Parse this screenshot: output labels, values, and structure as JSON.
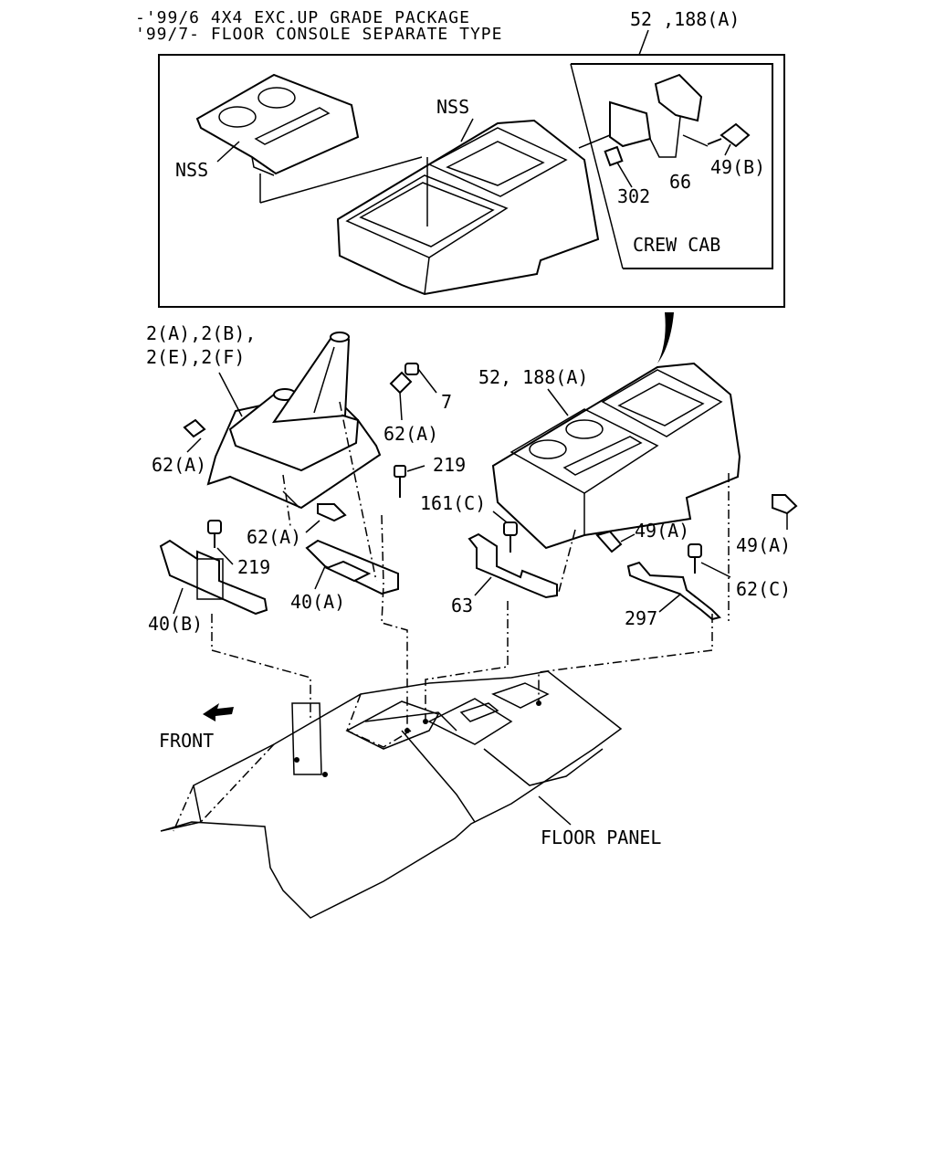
{
  "header": {
    "line1": "-'99/6 4X4 EXC.UP GRADE PACKAGE",
    "line2": "'99/7- FLOOR CONSOLE SEPARATE TYPE"
  },
  "inset": {
    "top_ref": "52 ,188(A)",
    "nss_left": "NSS",
    "nss_right": "NSS",
    "crew_cab": "CREW CAB",
    "part_302": "302",
    "part_66": "66",
    "part_49b": "49(B)"
  },
  "main": {
    "shift_boot_line1": "2(A),2(B),",
    "shift_boot_line2": "2(E),2(F)",
    "part_7": "7",
    "part_62a_1": "62(A)",
    "part_62a_2": "62(A)",
    "part_62a_3": "62(A)",
    "part_219_1": "219",
    "part_219_2": "219",
    "part_40a": "40(A)",
    "part_40b": "40(B)",
    "console_ref": "52, 188(A)",
    "part_161c": "161(C)",
    "part_63": "63",
    "part_49a_1": "49(A)",
    "part_49a_2": "49(A)",
    "part_62c": "62(C)",
    "part_297": "297",
    "front": "FRONT",
    "floor_panel": "FLOOR PANEL"
  }
}
